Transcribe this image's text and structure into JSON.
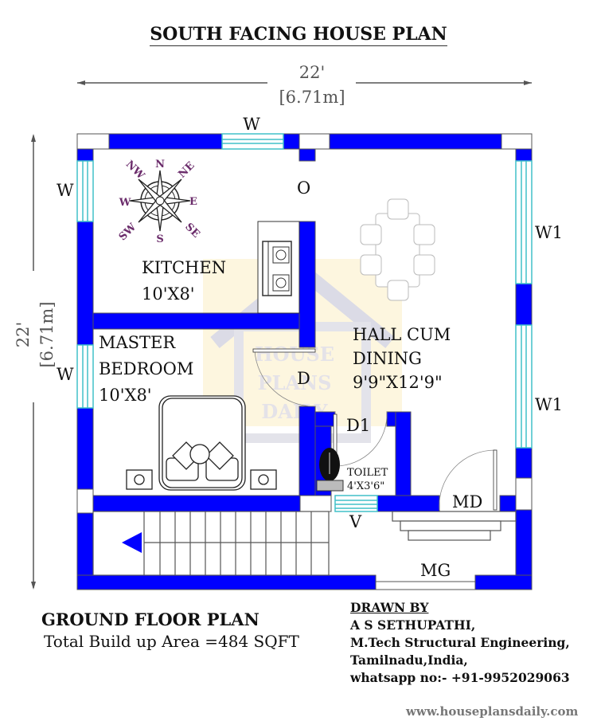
{
  "title": "SOUTH FACING HOUSE PLAN",
  "dimensions": {
    "width_ft": "22'",
    "width_m": "[6.71m]",
    "height_ft": "22'",
    "height_m": "[6.71m]"
  },
  "compass": {
    "n": "N",
    "ne": "NE",
    "e": "E",
    "se": "SE",
    "s": "S",
    "sw": "SW",
    "w": "W",
    "nw": "NW",
    "color": "#6b2c6b"
  },
  "rooms": {
    "kitchen": {
      "name": "KITCHEN",
      "size": "10'X8'"
    },
    "master_bedroom": {
      "line1": "MASTER",
      "line2": "BEDROOM",
      "size": "10'X8'"
    },
    "hall": {
      "line1": "HALL CUM",
      "line2": "DINING",
      "size": "9'9\"X12'9\""
    },
    "toilet": {
      "name": "TOILET",
      "size": "4'X3'6\""
    }
  },
  "labels": {
    "window_top": "W",
    "window_left_top": "W",
    "window_left_bottom": "W",
    "window_right_top": "W1",
    "window_right_bottom": "W1",
    "opening": "O",
    "door_bedroom": "D",
    "door_toilet": "D1",
    "main_door": "MD",
    "ventilator": "V",
    "main_gate": "MG"
  },
  "watermark": {
    "line1": "HOUSE",
    "line2": "PLANS",
    "line3": "DAILY"
  },
  "footer": {
    "plan_name": "GROUND FLOOR PLAN",
    "area": "Total Build up Area =484 SQFT",
    "drawn_by_heading": "DRAWN BY",
    "author": "A S SETHUPATHI,",
    "qualification": "M.Tech Structural Engineering,",
    "location": "Tamilnadu,India,",
    "contact": "whatsapp no:- +91-9952029063",
    "website": "www.houseplansdaily.com"
  },
  "colors": {
    "wall": "#0000ff",
    "window": "#40c0c8",
    "outline": "#555555",
    "watermark_bg": "#fdf6dc"
  }
}
